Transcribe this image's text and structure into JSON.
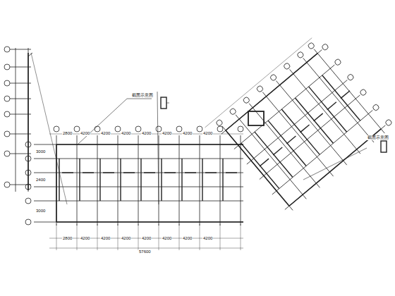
{
  "diagram": {
    "labels": [
      "2800",
      "4200",
      "4200",
      "4200",
      "4200",
      "4200",
      "4200",
      "4200",
      "2800",
      "4200",
      "4200",
      "4200",
      "4200",
      "4200",
      "4200",
      "4200",
      "57600",
      "3000",
      "2400",
      "3000",
      "截面示意图",
      "截面示意图"
    ]
  }
}
